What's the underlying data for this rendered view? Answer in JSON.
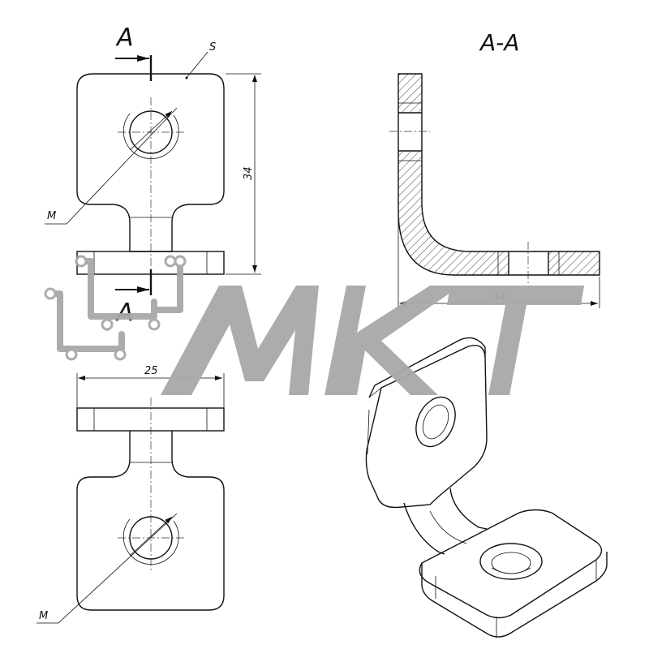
{
  "front_view": {
    "cut_label_top": "A",
    "cut_label_bottom": "A",
    "surface_label": "S",
    "thread_label": "M",
    "height_dim": "34"
  },
  "section_view": {
    "title": "A-A",
    "width_dim": "34"
  },
  "bottom_view": {
    "width_dim": "25",
    "thread_label": "M"
  },
  "watermark": {
    "text": "MKT",
    "color": "#a8a8a8"
  }
}
